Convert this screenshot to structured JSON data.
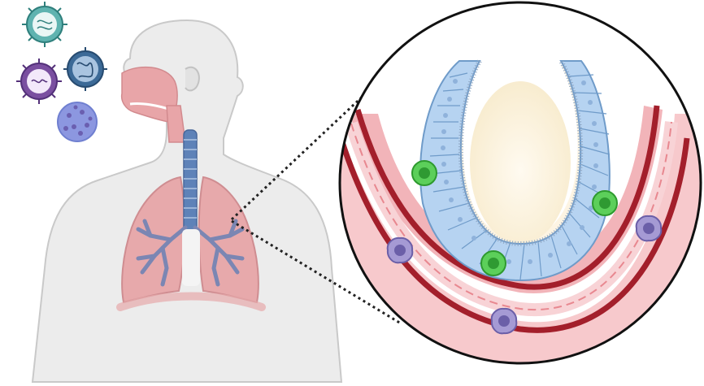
{
  "figure": {
    "theme": "respiratory-infection-illustration",
    "panels": [
      "human-torso-with-lungs",
      "airway-cross-section-inset"
    ]
  },
  "viruses": [
    {
      "name": "coronavirus-particle-icon",
      "color": "#5fb3b0"
    },
    {
      "name": "influenza-virus-icon",
      "color": "#7a4fa0"
    },
    {
      "name": "rsv-virus-icon",
      "color": "#3c6a97"
    },
    {
      "name": "adenovirus-icon",
      "color": "#6f7fd0"
    }
  ],
  "colors": {
    "body": "#ececec",
    "body_outline": "#c9c9c9",
    "lung": "#e7a9ab",
    "trachea": "#5e82b8",
    "bronchi": "#7b86b3",
    "epithelium": "#b6d3f1",
    "lumen": "#fdf4e3",
    "tissue": "#f7c9cc",
    "vessel_wall": "#a31f2b",
    "infected_cell": "#3fbf3f",
    "immune_cell": "#7a6fb3"
  },
  "cells": {
    "infected_count": 3,
    "immune_count": 3
  }
}
